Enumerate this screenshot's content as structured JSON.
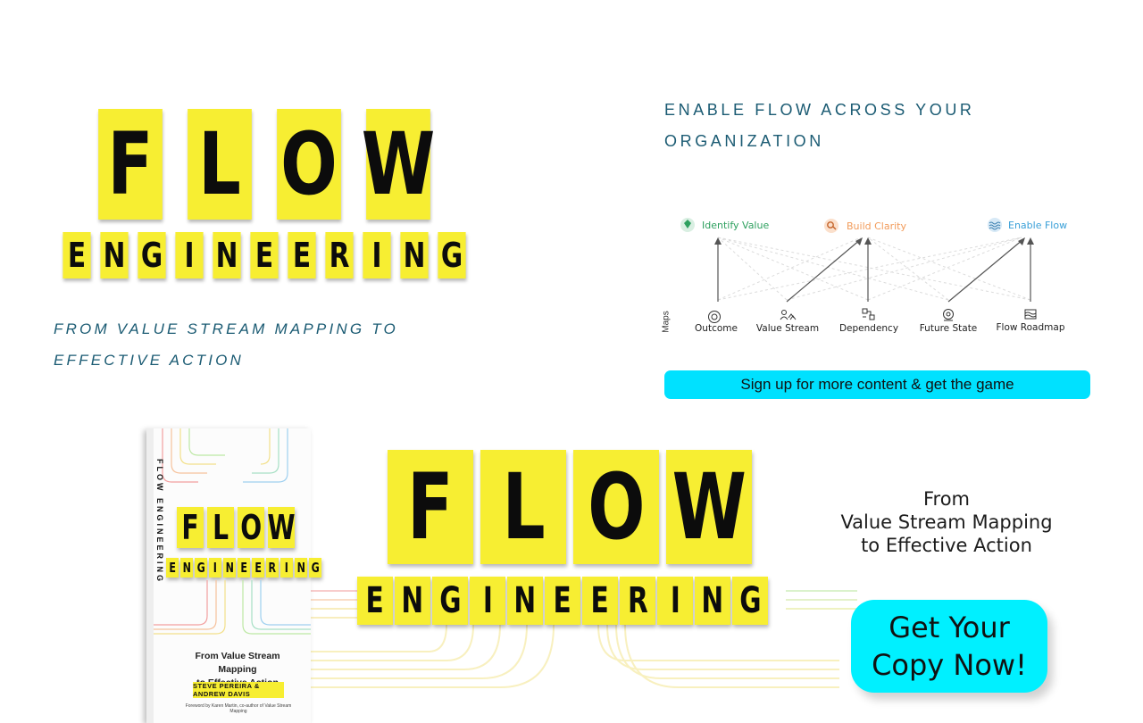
{
  "colors": {
    "sticky_yellow": "#f7ee32",
    "heading_blue": "#1b5b73",
    "button_cyan": "#00e1ff",
    "cta_cyan": "#00f0ff",
    "identify_green": "#2ea05f",
    "clarity_orange": "#f29b5a",
    "flow_blue": "#3aa0d8"
  },
  "hero": {
    "logo_word1": [
      "F",
      "L",
      "O",
      "W"
    ],
    "logo_word2": [
      "E",
      "N",
      "G",
      "I",
      "N",
      "E",
      "E",
      "R",
      "I",
      "N",
      "G"
    ],
    "tagline_line1": "FROM VALUE STREAM MAPPING TO",
    "tagline_line2": "EFFECTIVE ACTION"
  },
  "right_panel": {
    "headline_line1": "ENABLE FLOW ACROSS YOUR",
    "headline_line2": "ORGANIZATION",
    "diagram": {
      "top_labels": [
        {
          "text": "Identify Value",
          "icon": "diamond-icon"
        },
        {
          "text": "Build Clarity",
          "icon": "magnifier-icon"
        },
        {
          "text": "Enable Flow",
          "icon": "waves-icon"
        }
      ],
      "side_label": "Maps",
      "bottom_labels": [
        {
          "text": "Outcome",
          "icon": "target-icon"
        },
        {
          "text": "Value Stream",
          "icon": "people-icon"
        },
        {
          "text": "Dependency",
          "icon": "dependency-icon"
        },
        {
          "text": "Future State",
          "icon": "goal-icon"
        },
        {
          "text": "Flow Roadmap",
          "icon": "roadmap-icon"
        }
      ]
    },
    "signup_label": "Sign up for more content & get the game"
  },
  "banner": {
    "book": {
      "spine_text": "FLOW ENGINEERING",
      "title_word1": [
        "F",
        "L",
        "O",
        "W"
      ],
      "title_word2": [
        "E",
        "N",
        "G",
        "I",
        "N",
        "E",
        "E",
        "R",
        "I",
        "N",
        "G"
      ],
      "subtitle_line1": "From Value Stream Mapping",
      "subtitle_line2": "to Effective Action",
      "authors": "STEVE PEREIRA & ANDREW DAVIS",
      "foreword": "Foreword by Karen Martin, co-author of Value Stream Mapping"
    },
    "big_word1": [
      "F",
      "L",
      "O",
      "W"
    ],
    "big_word2": [
      "E",
      "N",
      "G",
      "I",
      "N",
      "E",
      "E",
      "R",
      "I",
      "N",
      "G"
    ],
    "subtitle_line1": "From",
    "subtitle_line2": "Value Stream Mapping",
    "subtitle_line3": "to Effective Action",
    "cta_line1": "Get Your",
    "cta_line2": "Copy Now!"
  }
}
